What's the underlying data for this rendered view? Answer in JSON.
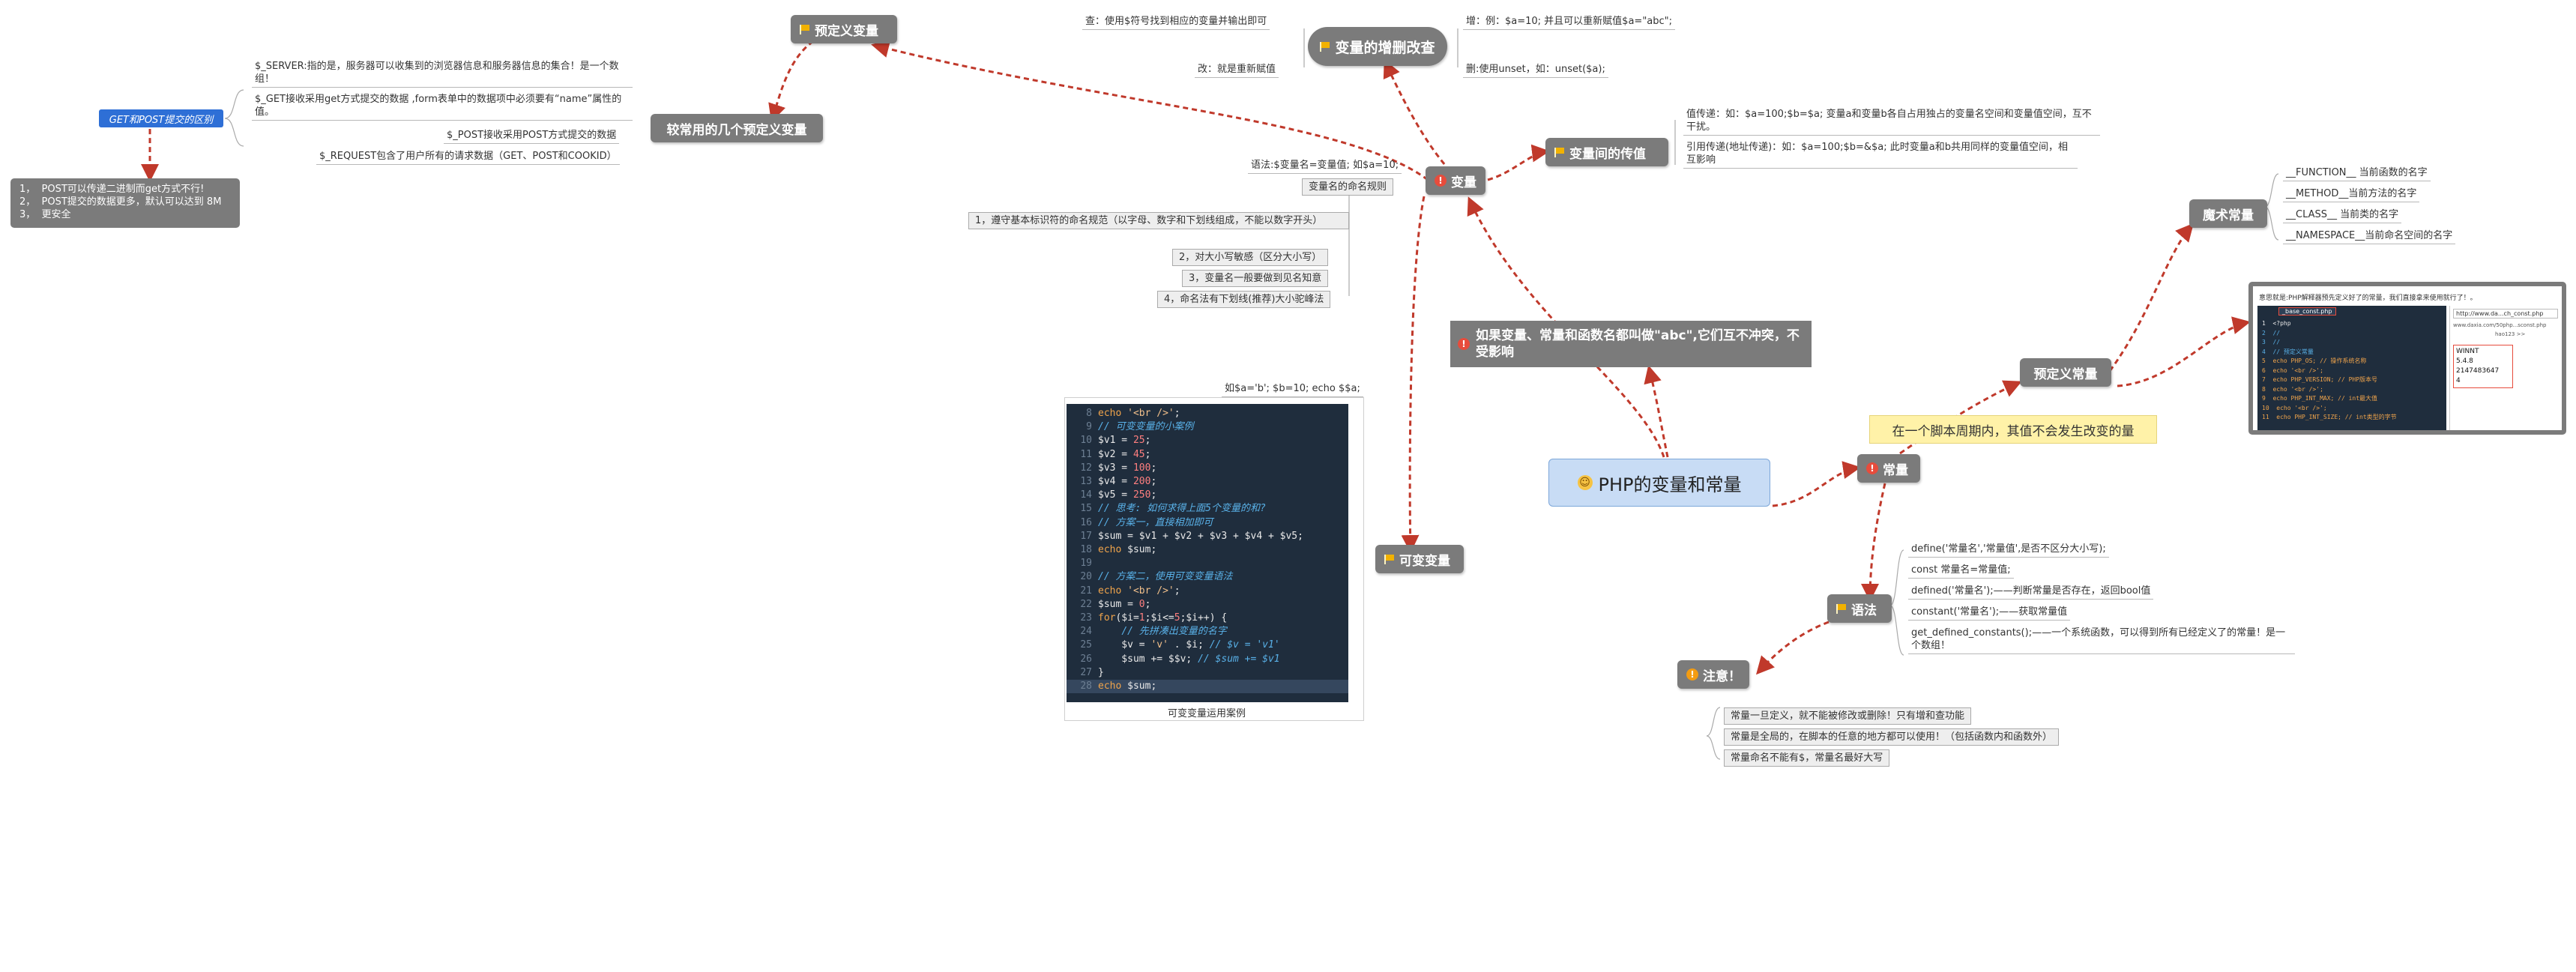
{
  "colors": {
    "branch": "#7b7b7b",
    "link": "#c0392b",
    "root_fill": "#c8dcf5",
    "root_border": "#7da7d9",
    "blue_label": "#2e6fd6",
    "note": "#fff2a8",
    "code_bg": "#1f2d3d"
  },
  "root": "PHP的变量和常量",
  "variable": {
    "title": "变量",
    "syntax": "语法:$变量名=变量值; 如$a=10;",
    "naming_title": "变量名的命名规则",
    "naming_rules": [
      "1，遵守基本标识符的命名规范（以字母、数字和下划线组成，不能以数字开头）",
      "2，对大小写敏感（区分大小写）",
      "3，变量名一般要做到见名知意",
      "4，命名法有下划线(推荐)大小驼峰法"
    ],
    "crud": {
      "title": "变量的增删改查",
      "query": "查：使用$符号找到相应的变量并输出即可",
      "add": "增：例：$a=10; 并且可以重新赋值$a=\"abc\";",
      "modify": "改：就是重新赋值",
      "delete": "删:使用unset，如：unset($a);"
    },
    "passing": {
      "title": "变量间的传值",
      "by_value": "值传递：如：$a=100;$b=$a;           变量a和变量b各自占用独占的变量名空间和变量值空间，互不干扰。",
      "by_ref": "引用传递(地址传递)：如：$a=100;$b=&$a;     此时变量a和b共用同样的变量值空间，相互影响"
    },
    "predef": {
      "title": "预定义变量",
      "common_title": "较常用的几个预定义变量",
      "items": [
        "$_SERVER:指的是，服务器可以收集到的浏览器信息和服务器信息的集合！是一个数组！",
        "$_GET接收采用get方式提交的数据 ,form表单中的数据项中必须要有“name”属性的值。",
        "$_POST接收采用POST方式提交的数据",
        "$_REQUEST包含了用户所有的请求数据（GET、POST和COOKID）"
      ],
      "diff_label": "GET和POST提交的区别",
      "diff_text": "1，  POST可以传递二进制而get方式不行!\n2，  POST提交的数据更多，默认可以达到 8M\n3，  更安全"
    },
    "variable_var": {
      "title": "可变变量",
      "example": "如$a='b'; $b=10; echo $$a;",
      "caption": "可变变量运用案例"
    }
  },
  "note_same_name": "如果变量、常量和函数名都叫做\"abc\",它们互不冲突，不受影响",
  "constant": {
    "title": "常量",
    "definition": "在一个脚本周期内，其值不会发生改变的量",
    "predef_title": "预定义常量",
    "magic_title": "魔术常量",
    "magic": [
      "__FUNCTION__ 当前函数的名字",
      "__METHOD__当前方法的名字",
      "__CLASS__ 当前类的名字",
      "__NAMESPACE__当前命名空间的名字"
    ],
    "syntax_title": "语法",
    "syntax": [
      "define('常量名','常量值',是否不区分大小写);",
      "const 常量名=常量值;",
      "defined('常量名');——判断常量是否存在，返回bool值",
      "constant('常量名');——获取常量值",
      "get_defined_constants();——一个系统函数，可以得到所有已经定义了的常量！是一个数组！"
    ],
    "notice_title": "注意！",
    "notices": [
      "常量一旦定义，就不能被修改或删除！只有增和查功能",
      "常量是全局的，在脚本的任意的地方都可以使用！（包括函数内和函数外）",
      "常量命名不能有$，常量名最好大写"
    ]
  },
  "screenshot": {
    "caption": "意思就是:PHP解释器预先定义好了的常量，我们直接拿来使用就行了！。",
    "tab": "_base_const.php",
    "url": "http://www.da...ch_const.php",
    "url2": "www.daxia.com/50php...sconst.php",
    "bookmark": "hao123 >>",
    "result": [
      "WINNT",
      "5.4.8",
      "2147483647",
      "4"
    ],
    "code": [
      "<?php",
      "//",
      "//",
      "// 预定义常量",
      "echo PHP_OS; // 操作系统名称",
      "echo '<br />';",
      "echo PHP_VERSION; // PHP版本号",
      "echo '<br />';",
      "echo PHP_INT_MAX; // int最大值",
      "echo '<br />';",
      "echo PHP_INT_SIZE; // int类型的字节"
    ]
  },
  "code": [
    {
      "n": "8",
      "parts": [
        [
          "k",
          "echo"
        ],
        [
          "v",
          " "
        ],
        [
          "s",
          "'<br />'"
        ],
        [
          "v",
          ";"
        ]
      ]
    },
    {
      "n": "9",
      "parts": [
        [
          "c",
          "// 可变变量的小案例"
        ]
      ]
    },
    {
      "n": "10",
      "parts": [
        [
          "v",
          "$v1 = "
        ],
        [
          "n",
          "25"
        ],
        [
          "v",
          ";"
        ]
      ]
    },
    {
      "n": "11",
      "parts": [
        [
          "v",
          "$v2 = "
        ],
        [
          "n",
          "45"
        ],
        [
          "v",
          ";"
        ]
      ]
    },
    {
      "n": "12",
      "parts": [
        [
          "v",
          "$v3 = "
        ],
        [
          "n",
          "100"
        ],
        [
          "v",
          ";"
        ]
      ]
    },
    {
      "n": "13",
      "parts": [
        [
          "v",
          "$v4 = "
        ],
        [
          "n",
          "200"
        ],
        [
          "v",
          ";"
        ]
      ]
    },
    {
      "n": "14",
      "parts": [
        [
          "v",
          "$v5 = "
        ],
        [
          "n",
          "250"
        ],
        [
          "v",
          ";"
        ]
      ]
    },
    {
      "n": "15",
      "parts": [
        [
          "c",
          "// 思考: 如何求得上面5个变量的和?"
        ]
      ]
    },
    {
      "n": "16",
      "parts": [
        [
          "c",
          "// 方案一，直接相加即可"
        ]
      ]
    },
    {
      "n": "17",
      "parts": [
        [
          "v",
          "$sum = $v1 + $v2 + $v3 + $v4 + $v5;"
        ]
      ]
    },
    {
      "n": "18",
      "parts": [
        [
          "k",
          "echo"
        ],
        [
          "v",
          " $sum;"
        ]
      ]
    },
    {
      "n": "19",
      "parts": []
    },
    {
      "n": "20",
      "parts": [
        [
          "c",
          "// 方案二，使用可变变量语法"
        ]
      ]
    },
    {
      "n": "21",
      "parts": [
        [
          "k",
          "echo"
        ],
        [
          "v",
          " "
        ],
        [
          "s",
          "'<br />'"
        ],
        [
          "v",
          ";"
        ]
      ]
    },
    {
      "n": "22",
      "parts": [
        [
          "v",
          "$sum = "
        ],
        [
          "n",
          "0"
        ],
        [
          "v",
          ";"
        ]
      ]
    },
    {
      "n": "23",
      "parts": [
        [
          "k",
          "for"
        ],
        [
          "v",
          "($i="
        ],
        [
          "n",
          "1"
        ],
        [
          "v",
          ";$i<="
        ],
        [
          "n",
          "5"
        ],
        [
          "v",
          ";$i++) {"
        ]
      ]
    },
    {
      "n": "24",
      "parts": [
        [
          "v",
          "    "
        ],
        [
          "c",
          "// 先拼凑出变量的名字"
        ]
      ]
    },
    {
      "n": "25",
      "parts": [
        [
          "v",
          "    $v = "
        ],
        [
          "s",
          "'v'"
        ],
        [
          "v",
          " . $i; "
        ],
        [
          "c",
          "// $v = 'v1'"
        ]
      ]
    },
    {
      "n": "26",
      "parts": [
        [
          "v",
          "    $sum += $$v; "
        ],
        [
          "c",
          "// $sum += $v1"
        ]
      ]
    },
    {
      "n": "27",
      "parts": [
        [
          "v",
          "}"
        ]
      ]
    },
    {
      "n": "28",
      "parts": [
        [
          "k",
          "echo"
        ],
        [
          "v",
          " $sum;"
        ]
      ],
      "hl": true
    }
  ]
}
